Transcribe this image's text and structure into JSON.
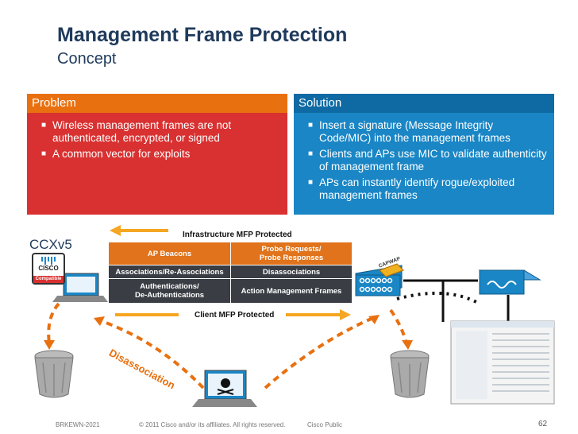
{
  "slide": {
    "title": "Management Frame Protection",
    "subtitle": "Concept"
  },
  "problem": {
    "heading": "Problem",
    "bullets": [
      "Wireless management frames are not authenticated, encrypted, or signed",
      "A common vector for exploits"
    ]
  },
  "solution": {
    "heading": "Solution",
    "bullets": [
      "Insert a signature (Message Integrity Code/MIC) into the management frames",
      "Clients and APs use MIC to validate authenticity of management frame",
      "APs can instantly identify rogue/exploited management frames"
    ]
  },
  "diagram": {
    "infra_label": "Infrastructure MFP Protected",
    "client_label": "Client MFP Protected",
    "ccx_label": "CCXv5",
    "cisco_badge": "CISCO",
    "compatible_label": "Compatible",
    "capwap_label": "CAPWAP",
    "disassociation_label": "Disassociation",
    "frames": {
      "ap_beacons": "AP Beacons",
      "probe_line1": "Probe Requests/",
      "probe_line2": "Probe Responses",
      "associations": "Associations/Re-Associations",
      "disassociations": "Disassociations",
      "auth_line1": "Authentications/",
      "auth_line2": "De-Authentications",
      "action": "Action Management Frames"
    },
    "colors": {
      "orange": "#e9700f",
      "red": "#d93131",
      "blue": "#1a86c5",
      "dark": "#3a3e44"
    }
  },
  "footer": {
    "session": "BRKEWN-2021",
    "copyright": "© 2011 Cisco and/or its affiliates. All rights reserved.",
    "classification": "Cisco Public",
    "page": "62"
  }
}
